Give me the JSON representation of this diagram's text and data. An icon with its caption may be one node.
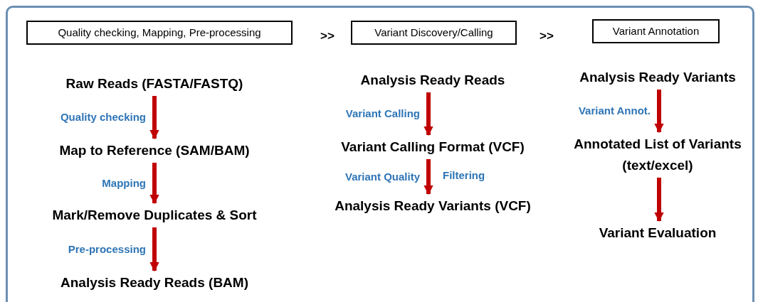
{
  "diagram": {
    "nodes": [
      {
        "text": [
          "Quality checking, Mapping, Pre-processing"
        ]
      },
      {
        "text": [
          "Variant Discovery/Calling"
        ]
      },
      {
        "text": [
          "Variant Annotation"
        ]
      },
      {
        "text": [
          "Raw Reads (FASTA/FASTQ)"
        ]
      },
      {
        "text": [
          "Map to Reference (SAM/BAM)"
        ]
      },
      {
        "text": [
          "Mark/Remove Duplicates & Sort"
        ]
      },
      {
        "text": [
          "Analysis Ready Reads (BAM)"
        ]
      },
      {
        "text": [
          "Analysis Ready Reads"
        ]
      },
      {
        "text": [
          "Variant Calling Format (VCF)"
        ]
      },
      {
        "text": [
          "Analysis Ready Variants (VCF)"
        ]
      },
      {
        "text": [
          "Analysis Ready Variants"
        ]
      },
      {
        "text": [
          "Annotated List of Variants (text/excel)"
        ]
      },
      {
        "text": [
          "Variant Evaluation"
        ]
      }
    ],
    "edges": [
      {
        "from": 3,
        "to": 4,
        "arrow": "to",
        "label": "Quality checking"
      },
      {
        "from": 4,
        "to": 5,
        "arrow": "to",
        "label": "Mapping"
      },
      {
        "from": 5,
        "to": 6,
        "arrow": "to",
        "label": "Pre-processing"
      },
      {
        "from": 7,
        "to": 8,
        "arrow": "to",
        "label": "Variant Calling"
      },
      {
        "from": 8,
        "to": 9,
        "arrow": "to",
        "label": "Variant Quality"
      },
      {
        "from": 10,
        "to": 11,
        "arrow": "to",
        "label": "Variant Annot."
      },
      {
        "from": 11,
        "to": 12,
        "arrow": "to"
      }
    ],
    "labels": [
      ">>",
      ">>",
      "Filtering"
    ]
  }
}
